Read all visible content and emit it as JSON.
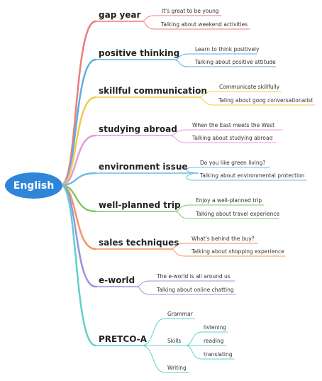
{
  "root": {
    "label": "English"
  },
  "branches": [
    {
      "label": "gap year",
      "color": "#ef7b7b",
      "children": [
        "It's great to be young",
        "Talking about weekend activities"
      ]
    },
    {
      "label": "positive thinking",
      "color": "#5aaee6",
      "children": [
        "Learn to think positively",
        "Talking about positive attitude"
      ]
    },
    {
      "label": "skillful communication",
      "color": "#f6c94c",
      "children": [
        "Communicate skillfully",
        "Taling about goog conversationalist"
      ]
    },
    {
      "label": "studying abroad",
      "color": "#e29bd8",
      "children": [
        "When the East meets the West",
        "Talking about studying abroad"
      ]
    },
    {
      "label": "environment issue",
      "color": "#6bbce6",
      "children": [
        "Do you like green living?",
        "Talking about environmental protection"
      ]
    },
    {
      "label": "well-planned trip",
      "color": "#7cc96a",
      "children": [
        "Enjoy a well-planned trip",
        "Talking about travel experience"
      ]
    },
    {
      "label": "sales techniques",
      "color": "#f2955f",
      "children": [
        "What's behind the buy?",
        "Talking about shopping experience"
      ]
    },
    {
      "label": "e-world",
      "color": "#9d90e0",
      "children": [
        "The e-world is all around us",
        "Talking about online chatting"
      ]
    },
    {
      "label": "PRETCO-A",
      "color": "#5fd0cc",
      "children": [
        "Grammar",
        "Skills",
        "Writing"
      ],
      "skills": [
        "listening",
        "reading",
        "translating"
      ]
    }
  ]
}
